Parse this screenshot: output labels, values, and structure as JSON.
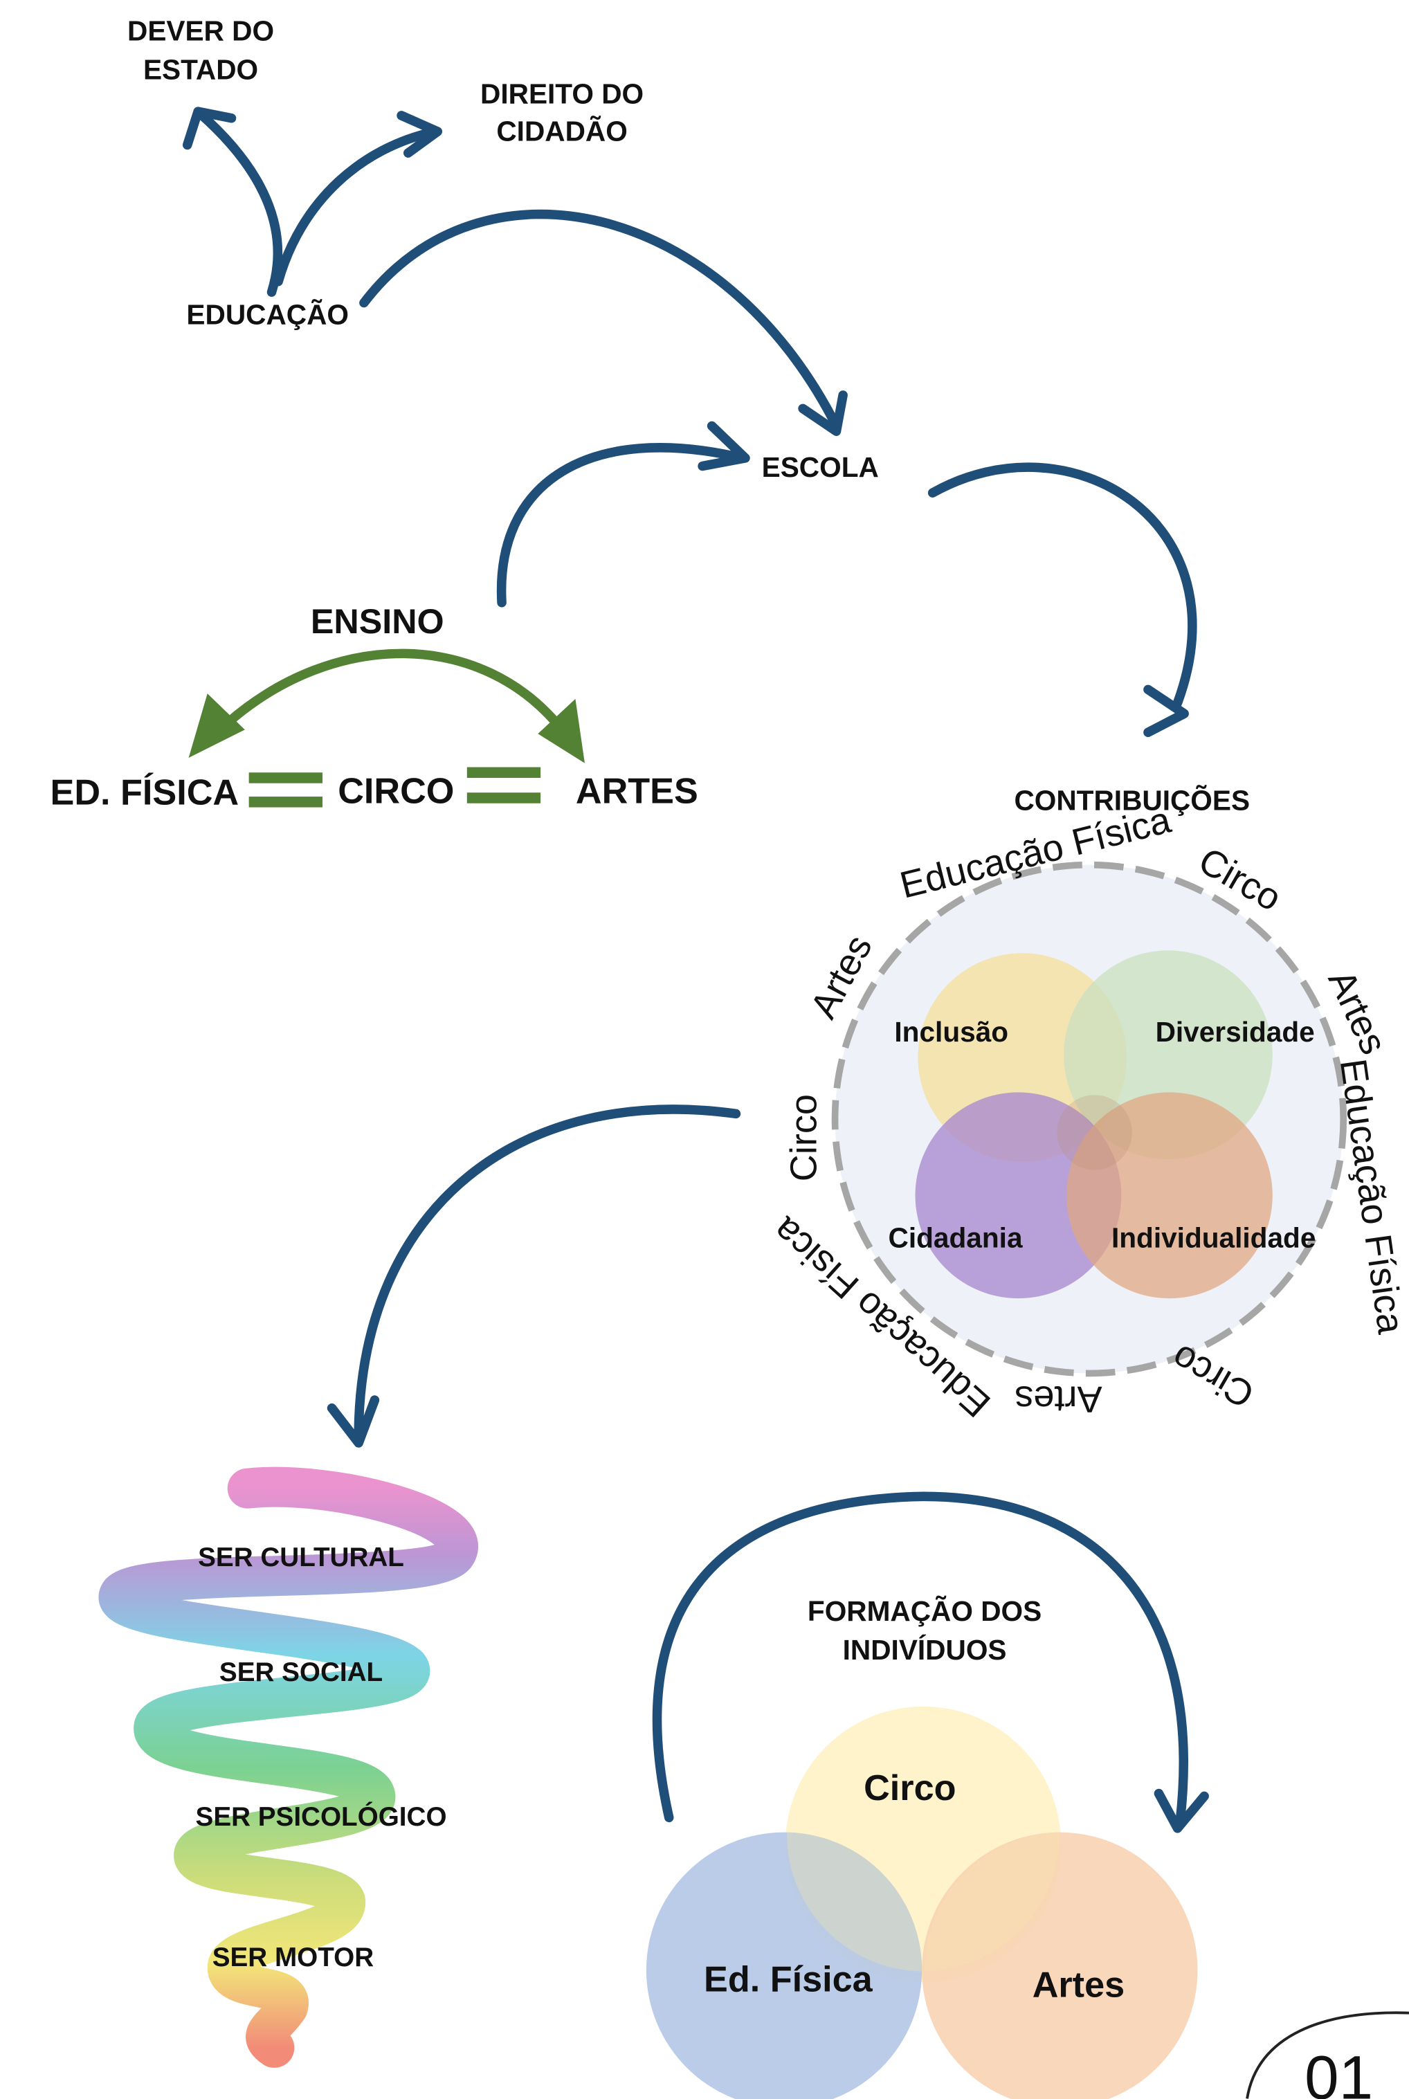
{
  "colors": {
    "arrow_blue": "#1f4e79",
    "arrow_green": "#548235",
    "inclusao": "#f5e2a6",
    "diversidade": "#c9e0bf",
    "cidadania": "#a98bd0",
    "individualidade": "#e0a783",
    "contrib_bg": "#eef1f8",
    "circo_circle": "#fff2c8",
    "edfisica_circle": "#b4c6e7",
    "artes_circle": "#f8d3b4"
  },
  "top": {
    "dever_line1": "DEVER DO",
    "dever_line2": "ESTADO",
    "direito_line1": "DIREITO DO",
    "direito_line2": "CIDADÃO",
    "educacao": "EDUCAÇÃO",
    "escola": "ESCOLA"
  },
  "ensino": {
    "title": "ENSINO",
    "ed_fisica": "ED. FÍSICA",
    "circo": "CIRCO",
    "artes": "ARTES"
  },
  "contribuicoes": {
    "title": "CONTRIBUIÇÕES",
    "inclusao": "Inclusão",
    "diversidade": "Diversidade",
    "cidadania": "Cidadania",
    "individualidade": "Individualidade",
    "ring": {
      "educacao_fisica_top": "Educação Física",
      "circo_top_right": "Circo",
      "artes_right": "Artes",
      "educacao_fisica_right": "Educação Física",
      "circo_bottom_right": "Circo",
      "artes_bottom": "Artes",
      "educacao_fisica_bottom_left": "Educação Física",
      "circo_left": "Circo",
      "artes_top_left": "Artes"
    }
  },
  "spiral": {
    "cultural": "SER CULTURAL",
    "social": "SER SOCIAL",
    "psicologico": "SER PSICOLÓGICO",
    "motor": "SER MOTOR"
  },
  "formacao": {
    "title_line1": "FORMAÇÃO DOS",
    "title_line2": "INDIVÍDUOS",
    "circo": "Circo",
    "ed_fisica": "Ed. Física",
    "artes": "Artes"
  },
  "page_number": "01"
}
